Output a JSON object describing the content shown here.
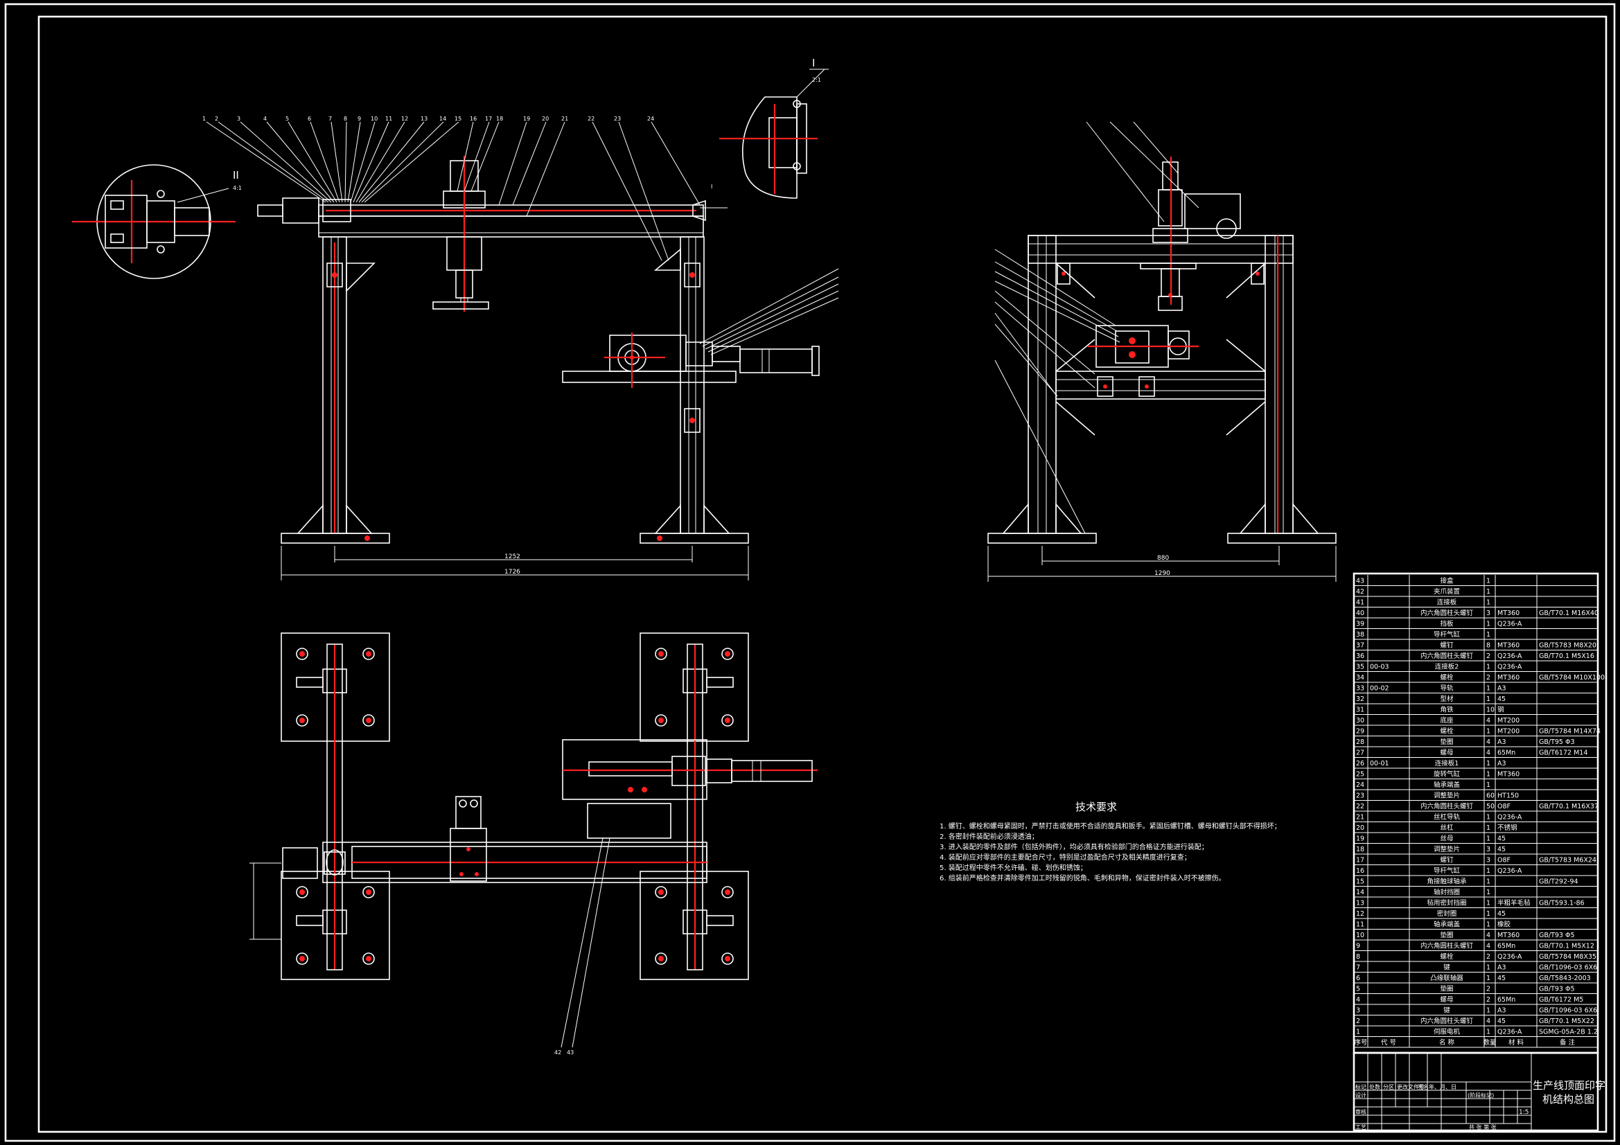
{
  "technical_requirements": {
    "title": "技术要求",
    "lines": [
      "1. 螺钉、螺栓和螺母紧固时，严禁打击或使用不合适的旋具和扳手。紧固后螺钉槽、螺母和螺钉头部不得损坏；",
      "2. 各密封件装配前必须浸透油；",
      "3. 进入装配的零件及部件（包括外购件），均必须具有检验部门的合格证方能进行装配；",
      "4. 装配前应对零部件的主要配合尺寸，特别是过盈配合尺寸及相关精度进行复查；",
      "5. 装配过程中零件不允许磕、碰、划伤和锈蚀；",
      "6. 组装前严格检查并清除零件加工时残留的锐角、毛刺和异物，保证密封件装入时不被擦伤。"
    ]
  },
  "detail_labels": {
    "detail_1": "I",
    "detail_1_scale": "2:1",
    "detail_2": "II",
    "detail_2_scale": "4:1"
  },
  "dimensions": {
    "front_inner": "1252",
    "front_overall": "1726",
    "side_inner": "880",
    "side_overall": "1290"
  },
  "part_numbers_front": [
    "1",
    "2",
    "3",
    "4",
    "5",
    "6",
    "7",
    "8",
    "9",
    "10",
    "11",
    "12",
    "13",
    "14",
    "15",
    "16",
    "17",
    "18",
    "19",
    "20",
    "21",
    "22",
    "23",
    "24"
  ],
  "bom": {
    "rows": [
      {
        "no": "43",
        "code": "",
        "name": "接盒",
        "qty": "1",
        "material": "",
        "note": ""
      },
      {
        "no": "42",
        "code": "",
        "name": "夹爪装置",
        "qty": "1",
        "material": "",
        "note": ""
      },
      {
        "no": "41",
        "code": "",
        "name": "连接板",
        "qty": "1",
        "material": "",
        "note": ""
      },
      {
        "no": "40",
        "code": "",
        "name": "内六角圆柱头螺钉",
        "qty": "3",
        "material": "MT360",
        "note": "GB/T70.1 M16X40"
      },
      {
        "no": "39",
        "code": "",
        "name": "挡板",
        "qty": "1",
        "material": "Q236-A",
        "note": ""
      },
      {
        "no": "38",
        "code": "",
        "name": "导杆气缸",
        "qty": "1",
        "material": "",
        "note": ""
      },
      {
        "no": "37",
        "code": "",
        "name": "螺钉",
        "qty": "8",
        "material": "MT360",
        "note": "GB/T5783 M8X20"
      },
      {
        "no": "36",
        "code": "",
        "name": "内六角圆柱头螺钉",
        "qty": "2",
        "material": "Q236-A",
        "note": "GB/T70.1 M5X16"
      },
      {
        "no": "35",
        "code": "00-03",
        "name": "连接板2",
        "qty": "1",
        "material": "Q236-A",
        "note": ""
      },
      {
        "no": "34",
        "code": "",
        "name": "螺栓",
        "qty": "2",
        "material": "MT360",
        "note": "GB/T5784 M10X100"
      },
      {
        "no": "33",
        "code": "00-02",
        "name": "导轨",
        "qty": "1",
        "material": "A3",
        "note": ""
      },
      {
        "no": "32",
        "code": "",
        "name": "型材",
        "qty": "1",
        "material": "45",
        "note": ""
      },
      {
        "no": "31",
        "code": "",
        "name": "角铁",
        "qty": "10",
        "material": "钢",
        "note": ""
      },
      {
        "no": "30",
        "code": "",
        "name": "底座",
        "qty": "4",
        "material": "MT200",
        "note": ""
      },
      {
        "no": "29",
        "code": "",
        "name": "螺栓",
        "qty": "1",
        "material": "MT200",
        "note": "GB/T5784 M14X74"
      },
      {
        "no": "28",
        "code": "",
        "name": "垫圈",
        "qty": "4",
        "material": "A3",
        "note": "GB/T95 Φ3"
      },
      {
        "no": "27",
        "code": "",
        "name": "螺母",
        "qty": "4",
        "material": "65Mn",
        "note": "GB/T6172 M14"
      },
      {
        "no": "26",
        "code": "00-01",
        "name": "连接板1",
        "qty": "1",
        "material": "A3",
        "note": ""
      },
      {
        "no": "25",
        "code": "",
        "name": "旋转气缸",
        "qty": "1",
        "material": "MT360",
        "note": ""
      },
      {
        "no": "24",
        "code": "",
        "name": "轴承端盖",
        "qty": "1",
        "material": "",
        "note": ""
      },
      {
        "no": "23",
        "code": "",
        "name": "调整垫片",
        "qty": "60",
        "material": "HT150",
        "note": ""
      },
      {
        "no": "22",
        "code": "",
        "name": "内六角圆柱头螺钉",
        "qty": "50",
        "material": "O8F",
        "note": "GB/T70.1 M16X37"
      },
      {
        "no": "21",
        "code": "",
        "name": "丝杠导轨",
        "qty": "1",
        "material": "Q236-A",
        "note": ""
      },
      {
        "no": "20",
        "code": "",
        "name": "丝杠",
        "qty": "1",
        "material": "不锈钢",
        "note": ""
      },
      {
        "no": "19",
        "code": "",
        "name": "丝母",
        "qty": "1",
        "material": "45",
        "note": ""
      },
      {
        "no": "18",
        "code": "",
        "name": "调整垫片",
        "qty": "3",
        "material": "45",
        "note": ""
      },
      {
        "no": "17",
        "code": "",
        "name": "螺钉",
        "qty": "3",
        "material": "O8F",
        "note": "GB/T5783 M6X24"
      },
      {
        "no": "16",
        "code": "",
        "name": "导杆气缸",
        "qty": "1",
        "material": "Q236-A",
        "note": ""
      },
      {
        "no": "15",
        "code": "",
        "name": "角接触球轴承",
        "qty": "1",
        "material": "",
        "note": "GB/T292-94"
      },
      {
        "no": "14",
        "code": "",
        "name": "轴封挡圈",
        "qty": "1",
        "material": "",
        "note": ""
      },
      {
        "no": "13",
        "code": "",
        "name": "毡用密封挡圈",
        "qty": "1",
        "material": "半粗羊毛毡",
        "note": "GB/T593.1-86"
      },
      {
        "no": "12",
        "code": "",
        "name": "密封圈",
        "qty": "1",
        "material": "45",
        "note": ""
      },
      {
        "no": "11",
        "code": "",
        "name": "轴承端盖",
        "qty": "1",
        "material": "橡胶",
        "note": ""
      },
      {
        "no": "10",
        "code": "",
        "name": "垫圈",
        "qty": "4",
        "material": "MT360",
        "note": "GB/T93 Φ5"
      },
      {
        "no": "9",
        "code": "",
        "name": "内六角圆柱头螺钉",
        "qty": "4",
        "material": "65Mn",
        "note": "GB/T70.1 M5X12"
      },
      {
        "no": "8",
        "code": "",
        "name": "螺栓",
        "qty": "2",
        "material": "Q236-A",
        "note": "GB/T5784 M8X35"
      },
      {
        "no": "7",
        "code": "",
        "name": "键",
        "qty": "1",
        "material": "A3",
        "note": "GB/T1096-03 6X6"
      },
      {
        "no": "6",
        "code": "",
        "name": "凸缘联轴器",
        "qty": "1",
        "material": "45",
        "note": "GB/T5843-2003"
      },
      {
        "no": "5",
        "code": "",
        "name": "垫圈",
        "qty": "2",
        "material": "",
        "note": "GB/T93 Φ5"
      },
      {
        "no": "4",
        "code": "",
        "name": "螺母",
        "qty": "2",
        "material": "65Mn",
        "note": "GB/T6172 M5"
      },
      {
        "no": "3",
        "code": "",
        "name": "键",
        "qty": "1",
        "material": "A3",
        "note": "GB/T1096-03 6X6"
      },
      {
        "no": "2",
        "code": "",
        "name": "内六角圆柱头螺钉",
        "qty": "4",
        "material": "45",
        "note": "GB/T70.1 M5X22"
      },
      {
        "no": "1",
        "code": "",
        "name": "伺服电机",
        "qty": "1",
        "material": "Q236-A",
        "note": "SGMG-05A-2B 1.2"
      }
    ],
    "header": {
      "no": "序号",
      "code": "代 号",
      "name": "名 称",
      "qty": "数量",
      "material": "材 料",
      "note": "备 注"
    }
  },
  "title_block": {
    "drawing_title_line1": "生产线顶面印字",
    "drawing_title_line2": "机结构总图",
    "scale": "1:5",
    "revision_headers": [
      "标记",
      "处数",
      "分区",
      "更改文件号",
      "签名",
      "年、月、日"
    ],
    "row_labels": [
      "设计",
      "审核",
      "工艺"
    ],
    "stage_label": "(阶段标记)",
    "sheet": "共 张 第 张"
  },
  "colors": {
    "background": "#000000",
    "line": "#ffffff",
    "centerline": "#ff2020"
  }
}
